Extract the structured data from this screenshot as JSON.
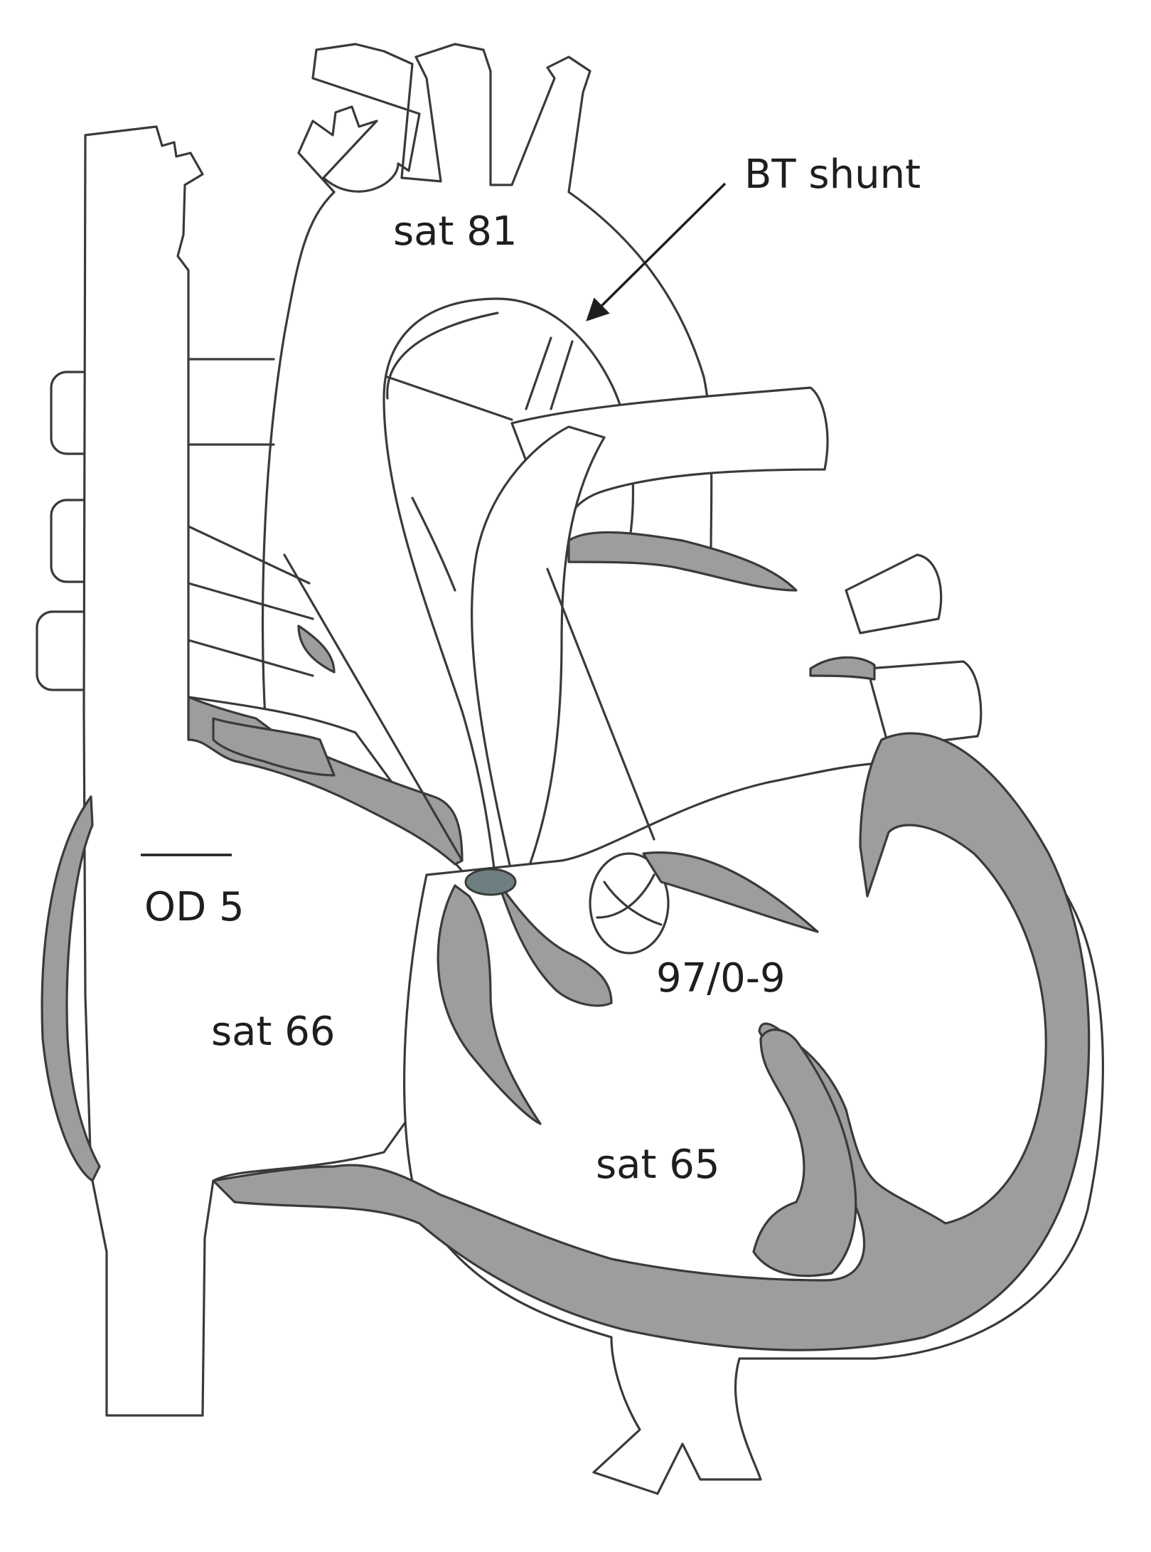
{
  "labels": {
    "aorta_sat": "sat 81",
    "shunt": "BT shunt",
    "svc": "OD 5",
    "right_atrium_sat": "sat 66",
    "right_ventricle_sat": "sat 65",
    "pulmonary_pressure": "97/0-9"
  },
  "colors": {
    "myocardium": "#9d9d9d",
    "outline": "#3a3a3a",
    "background": "#ffffff",
    "text": "#1e1e1e"
  }
}
